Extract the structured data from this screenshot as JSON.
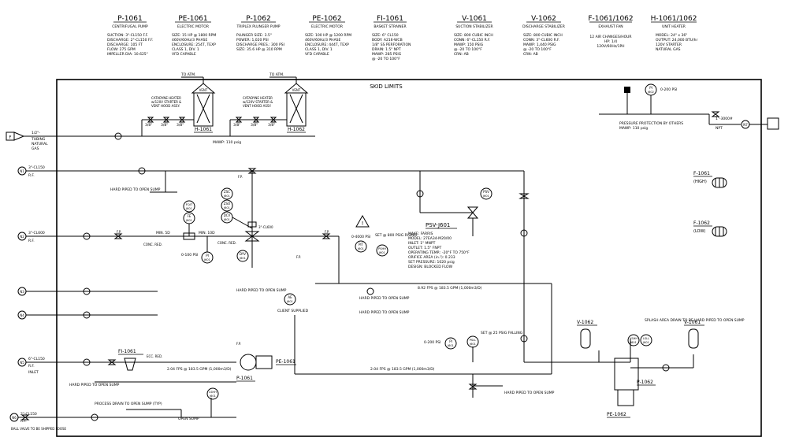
{
  "equipment_list": [
    {
      "tag": "P-1061",
      "title": "CENTRIFUGAL PUMP",
      "specs": [
        "SUCTION: 3\"-CL150 F.F.",
        "DISCHARGE: 2\"-CL150 F.F.",
        "DISCHARGE: 105 FT",
        "FLOW: 275 GPM",
        "IMPELLER DIA: 10.625\""
      ]
    },
    {
      "tag": "PE-1061",
      "title": "ELECTRIC MOTOR",
      "specs": [
        "SIZE: 15 HP @ 1800 RPM",
        "460V/60Hz/3 PHASE",
        "ENCLOSURE: 254T, TEXP",
        "CLASS 1, DIV. 1",
        "VFD CAPABLE"
      ]
    },
    {
      "tag": "P-1062",
      "title": "TRIPLEX PLUNGER PUMP",
      "specs": [
        "PLUNGER SIZE: 3.5\"",
        "POWER: 1,020 PSI",
        "DISCHARGE PRES.: 300 PSI",
        "SIZE: 35.6 HP @ 310 RPM"
      ]
    },
    {
      "tag": "PE-1062",
      "title": "ELECTRIC MOTOR",
      "specs": [
        "SIZE: 100 HP @ 1200 RPM",
        "460V/60Hz/3 PHASE",
        "ENCLOSURE: 444T, TEXP",
        "CLASS 1, DIV. 1",
        "VFD CAPABLE"
      ]
    },
    {
      "tag": "FI-1061",
      "title": "BASKET STRAINER",
      "specs": [
        "SIZE: 6\" CL150",
        "BODY: A216-WCB",
        "1/8\" SS PERFORATION",
        "DRAIN: 1.5\" NPT",
        "MAWP: 285 PSIG",
        "@ -20 TO 100°F"
      ]
    },
    {
      "tag": "V-1061",
      "title": "SUCTION STABILIZER",
      "specs": [
        "SIZE: 800 CUBIC INCH",
        "CONN: 6\"-CL150 R.F.",
        "MAWP: 150 PSIG",
        "@ -20 TO 100°F",
        "CRN: AB"
      ]
    },
    {
      "tag": "V-1062",
      "title": "DISCHARGE STABILIZER",
      "specs": [
        "SIZE: 800 CUBIC INCH",
        "CONN: 3\"-CL600 R.F.",
        "MAWP: 1,440 PSIG",
        "@ -20 TO 100°F",
        "CRN: AB"
      ]
    },
    {
      "tag": "F-1061/1062",
      "title": "EXHAUST FAN",
      "specs": [
        "12 AIR CHANGES/HOUR",
        "HP: 1/4",
        "120V/60Hz/1PH"
      ]
    },
    {
      "tag": "H-1061/1062",
      "title": "UNIT HEATER",
      "specs": [
        "MODEL: 24\" x 36\"",
        "OUTPUT: 24,000 BTU/hr",
        "120V STARTER",
        "NATURAL GAS"
      ]
    }
  ],
  "skid": {
    "title": "SKID LIMITS"
  },
  "heaters": [
    {
      "tag": "H-1061",
      "to_atm": "TO ATM.",
      "vent": "VENT",
      "note": [
        "CATADYNE HEATER",
        "w/120V STARTER &",
        "VENT HOOD ASSY."
      ],
      "valve_sizes": [
        "3/8\"",
        "3/8\"",
        "3/8\""
      ]
    },
    {
      "tag": "H-1062",
      "to_atm": "TO ATM.",
      "vent": "VENT",
      "note": [
        "CATADYNE HEATER",
        "w/120V STARTER &",
        "VENT HOOD ASSY."
      ],
      "valve_sizes": [
        "3/8\"",
        "3/8\"",
        "3/8\""
      ]
    }
  ],
  "gas_supply": {
    "box": "F",
    "line": "1/2\"-",
    "desc": [
      "TUBING",
      "NATURAL",
      "GAS"
    ],
    "mawp": "MAWP: 110 psig"
  },
  "offsheet": [
    {
      "tag": "N1",
      "size": "3\"-CL150",
      "conn": "R.F."
    },
    {
      "tag": "N2",
      "size": "3\"-CL600",
      "conn": "R.F."
    },
    {
      "tag": "N3",
      "size": "",
      "conn": ""
    },
    {
      "tag": "N4",
      "size": "",
      "conn": ""
    },
    {
      "tag": "N5",
      "size": "6\"-CL150",
      "conn": "R.F.",
      "extra": "INLET"
    },
    {
      "tag": "N6",
      "size": "2\"-CL150",
      "conn": "R.F.",
      "extra": "BALL VALVE TO BE SHIPPED LOOSE"
    },
    {
      "tag": "N7",
      "size": "",
      "conn": "NPT"
    }
  ],
  "instruments": {
    "pi_top": {
      "tag": "PI",
      "num": "J602",
      "range": "0-200 PSI"
    },
    "pressure_note": "PRESSURE PROTECTION BY OTHERS",
    "pressure_mawp": "MAWP: 110 psig",
    "zsc": {
      "tag": "ZSC",
      "num": "J601"
    },
    "zso": {
      "tag": "ZSO",
      "num": "J601"
    },
    "dcv": {
      "tag": "DCV",
      "num": "J601"
    },
    "fqit": {
      "tag": "FQIT",
      "num": "J601"
    },
    "fe": {
      "tag": "FE",
      "num": "J601"
    },
    "pi_mid": {
      "tag": "PI",
      "num": "J601",
      "range": "0-100 PSI"
    },
    "pvv": {
      "tag": "PSV",
      "num": "J601"
    },
    "dyv": {
      "tag": "DYV",
      "num": "J601"
    },
    "pit": {
      "tag": "PIT",
      "num": "J601",
      "range": "0-4000 PSI"
    },
    "pshh": {
      "tag": "PSHH",
      "num": "J601",
      "set": "SET @ 800 PSIG RISING"
    },
    "ae": {
      "tag": "AE",
      "num": "J601",
      "note": "CLIENT SUPPLIED"
    },
    "pi_low": {
      "tag": "PI",
      "num": "J601",
      "range": "0-200 PSI"
    },
    "psll": {
      "tag": "PSLL",
      "num": "J601",
      "set": "SET @ 25 PSIG FALLING"
    },
    "lshh": {
      "tag": "LSHH",
      "num": "J601"
    },
    "vshh": {
      "tag": "VSHH",
      "num": "J601"
    },
    "lsll": {
      "tag": "LSLL",
      "num": "J601"
    }
  },
  "psv": {
    "tag": "PSV-J601",
    "specs": [
      "MAKE: FARRIS",
      "MODEL: 27EA34-M20/00",
      "INLET: 1\" MNPT",
      "OUTLET: 1.5\" FNPT",
      "OPERATING TEMP.: -20°F TO 750°F",
      "ORIFICE AREA (in.²): 0.233",
      "SET PRESSURE: 1020 psig",
      "DESIGN: BLOCKED FLOW"
    ]
  },
  "labels": {
    "hard_piped_1": "HARD PIPED TO OPEN SUMP",
    "hard_piped_2": "HARD PIPED TO OPEN SUMP",
    "hard_piped_3": "HARD PIPED TO OPEN SUMP",
    "hard_piped_4": "HARD PIPED TO OPEN SUMP",
    "hard_piped_5": "HARD PIPED TO OPEN SUMP",
    "process_drain": "PROCESS DRAIN TO OPEN SUMP (TYP)",
    "open_sump": "OPEN SUMP",
    "splash": "SPLASH AREA DRAIN TO BE HARD PIPED TO OPEN SUMP",
    "flow_1": "8.92 FPS @ 183.5 GPM (1,000m3/D)",
    "flow_2": "2.04 FPS @ 183.5 GPM (1,000m3/D)",
    "flow_3": "2.04 FPS @ 183.5 GPM (1,000m3/D)",
    "min_5d": "MIN. 5D",
    "min_10d": "MIN. 10D",
    "conc_red": "CONC. RED.",
    "ecc_red": "ECC. RED.",
    "fps_top": "1\"-3000#",
    "fp": "F.P."
  },
  "equipment_tags": {
    "f1061": "F-1061",
    "f1061_sub": "(HIGH)",
    "f1062": "F-1062",
    "f1062_sub": "(LOW)",
    "fi1061": "FI-1061",
    "pe1061": "PE-1061",
    "p1061": "P-1061",
    "v1062": "V-1062",
    "v1061": "V-1061",
    "p1062": "P-1062",
    "pe1062": "PE-1062"
  }
}
